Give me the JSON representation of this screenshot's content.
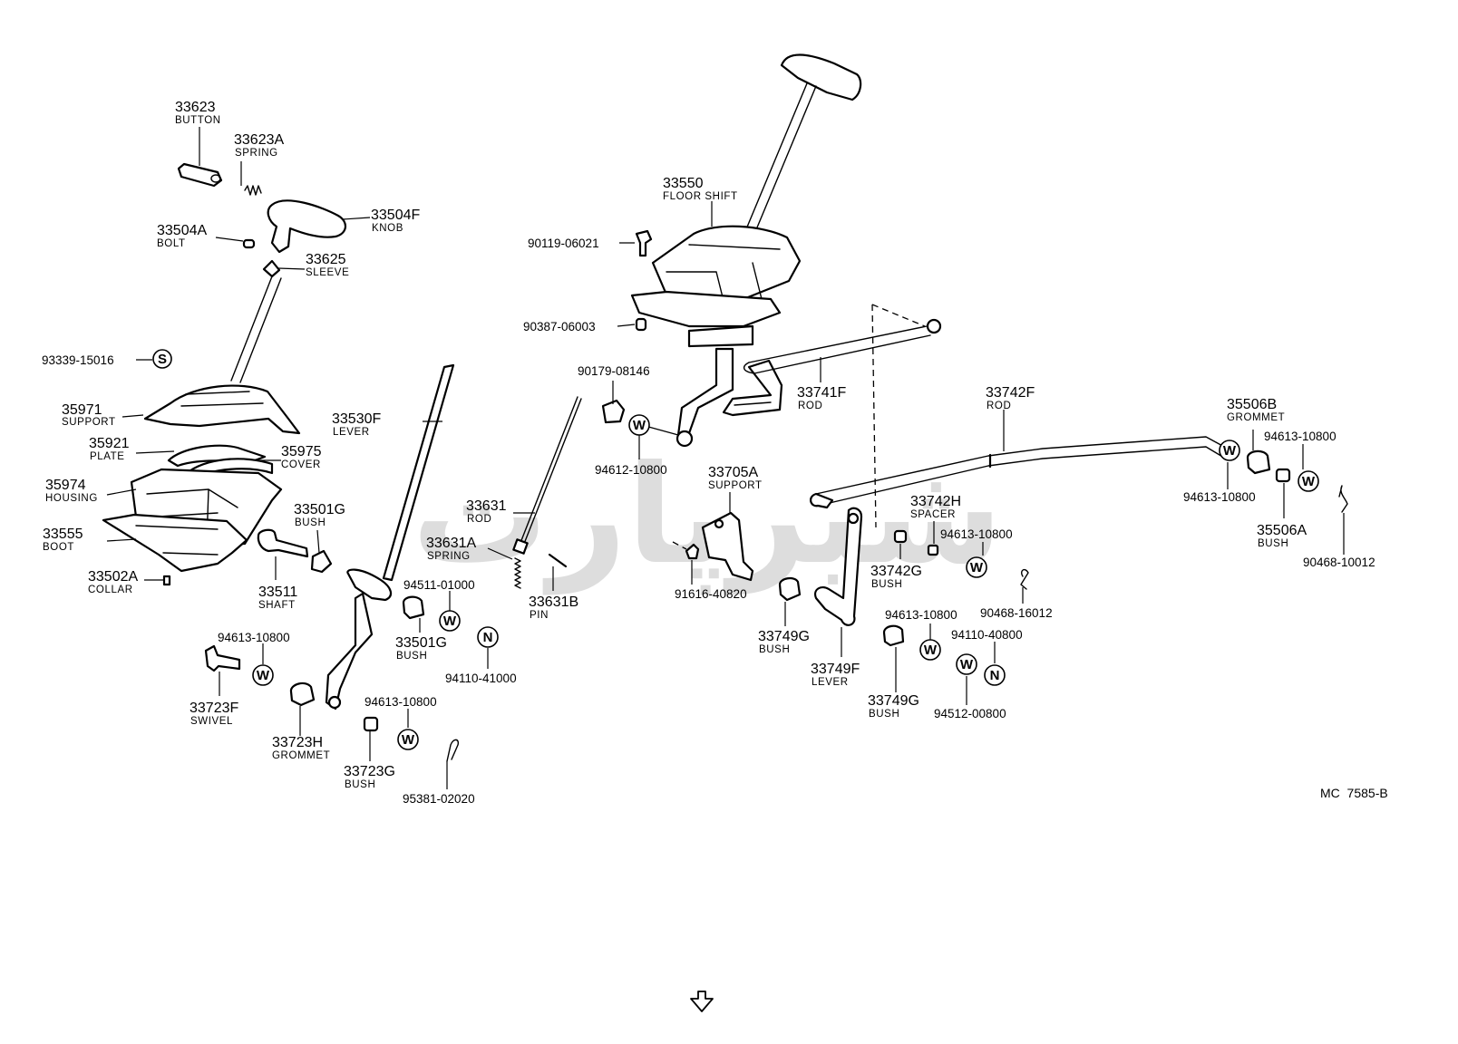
{
  "diagram_ref": "MC  7585-B",
  "watermark_text": "شیرپارت",
  "parts": [
    {
      "number": "33623",
      "name": "BUTTON"
    },
    {
      "number": "33623A",
      "name": "SPRING"
    },
    {
      "number": "33504F",
      "name": "KNOB"
    },
    {
      "number": "33504A",
      "name": "BOLT"
    },
    {
      "number": "33625",
      "name": "SLEEVE"
    },
    {
      "number": "93339-15016",
      "symbol": "S"
    },
    {
      "number": "35971",
      "name": "SUPPORT"
    },
    {
      "number": "35921",
      "name": "PLATE"
    },
    {
      "number": "35975",
      "name": "COVER"
    },
    {
      "number": "35974",
      "name": "HOUSING"
    },
    {
      "number": "33555",
      "name": "BOOT"
    },
    {
      "number": "33502A",
      "name": "COLLAR"
    },
    {
      "number": "33501G",
      "name": "BUSH"
    },
    {
      "number": "33511",
      "name": "SHAFT"
    },
    {
      "number": "33530F",
      "name": "LEVER"
    },
    {
      "number": "94613-10800",
      "symbol": "W"
    },
    {
      "number": "33723F",
      "name": "SWIVEL"
    },
    {
      "number": "33723H",
      "name": "GROMMET"
    },
    {
      "number": "94613-10800",
      "symbol": "W"
    },
    {
      "number": "33723G",
      "name": "BUSH"
    },
    {
      "number": "95381-02020"
    },
    {
      "number": "94511-01000",
      "symbol": "W"
    },
    {
      "number": "33501G",
      "name": "BUSH"
    },
    {
      "number": "94110-41000",
      "symbol": "N"
    },
    {
      "number": "33631",
      "name": "ROD"
    },
    {
      "number": "33631A",
      "name": "SPRING"
    },
    {
      "number": "33631B",
      "name": "PIN"
    },
    {
      "number": "33550",
      "name": "FLOOR SHIFT"
    },
    {
      "number": "90119-06021"
    },
    {
      "number": "90387-06003"
    },
    {
      "number": "90179-08146"
    },
    {
      "number": "94612-10800",
      "symbol": "W"
    },
    {
      "number": "33741F",
      "name": "ROD"
    },
    {
      "number": "33705A",
      "name": "SUPPORT"
    },
    {
      "number": "91616-40820"
    },
    {
      "number": "33742F",
      "name": "ROD"
    },
    {
      "number": "33742H",
      "name": "SPACER"
    },
    {
      "number": "94613-10800",
      "symbol": "W"
    },
    {
      "number": "33742G",
      "name": "BUSH"
    },
    {
      "number": "33749G",
      "name": "BUSH"
    },
    {
      "number": "33749F",
      "name": "LEVER"
    },
    {
      "number": "90468-16012"
    },
    {
      "number": "94613-10800",
      "symbol": "W"
    },
    {
      "number": "94110-40800",
      "symbol": "N"
    },
    {
      "number": "33749G",
      "name": "BUSH"
    },
    {
      "number": "94512-00800",
      "symbol": "W"
    },
    {
      "number": "35506B",
      "name": "GROMMET"
    },
    {
      "number": "94613-10800",
      "symbol": "W"
    },
    {
      "number": "94613-10800",
      "symbol": "W"
    },
    {
      "number": "35506A",
      "name": "BUSH"
    },
    {
      "number": "90468-10012"
    }
  ]
}
